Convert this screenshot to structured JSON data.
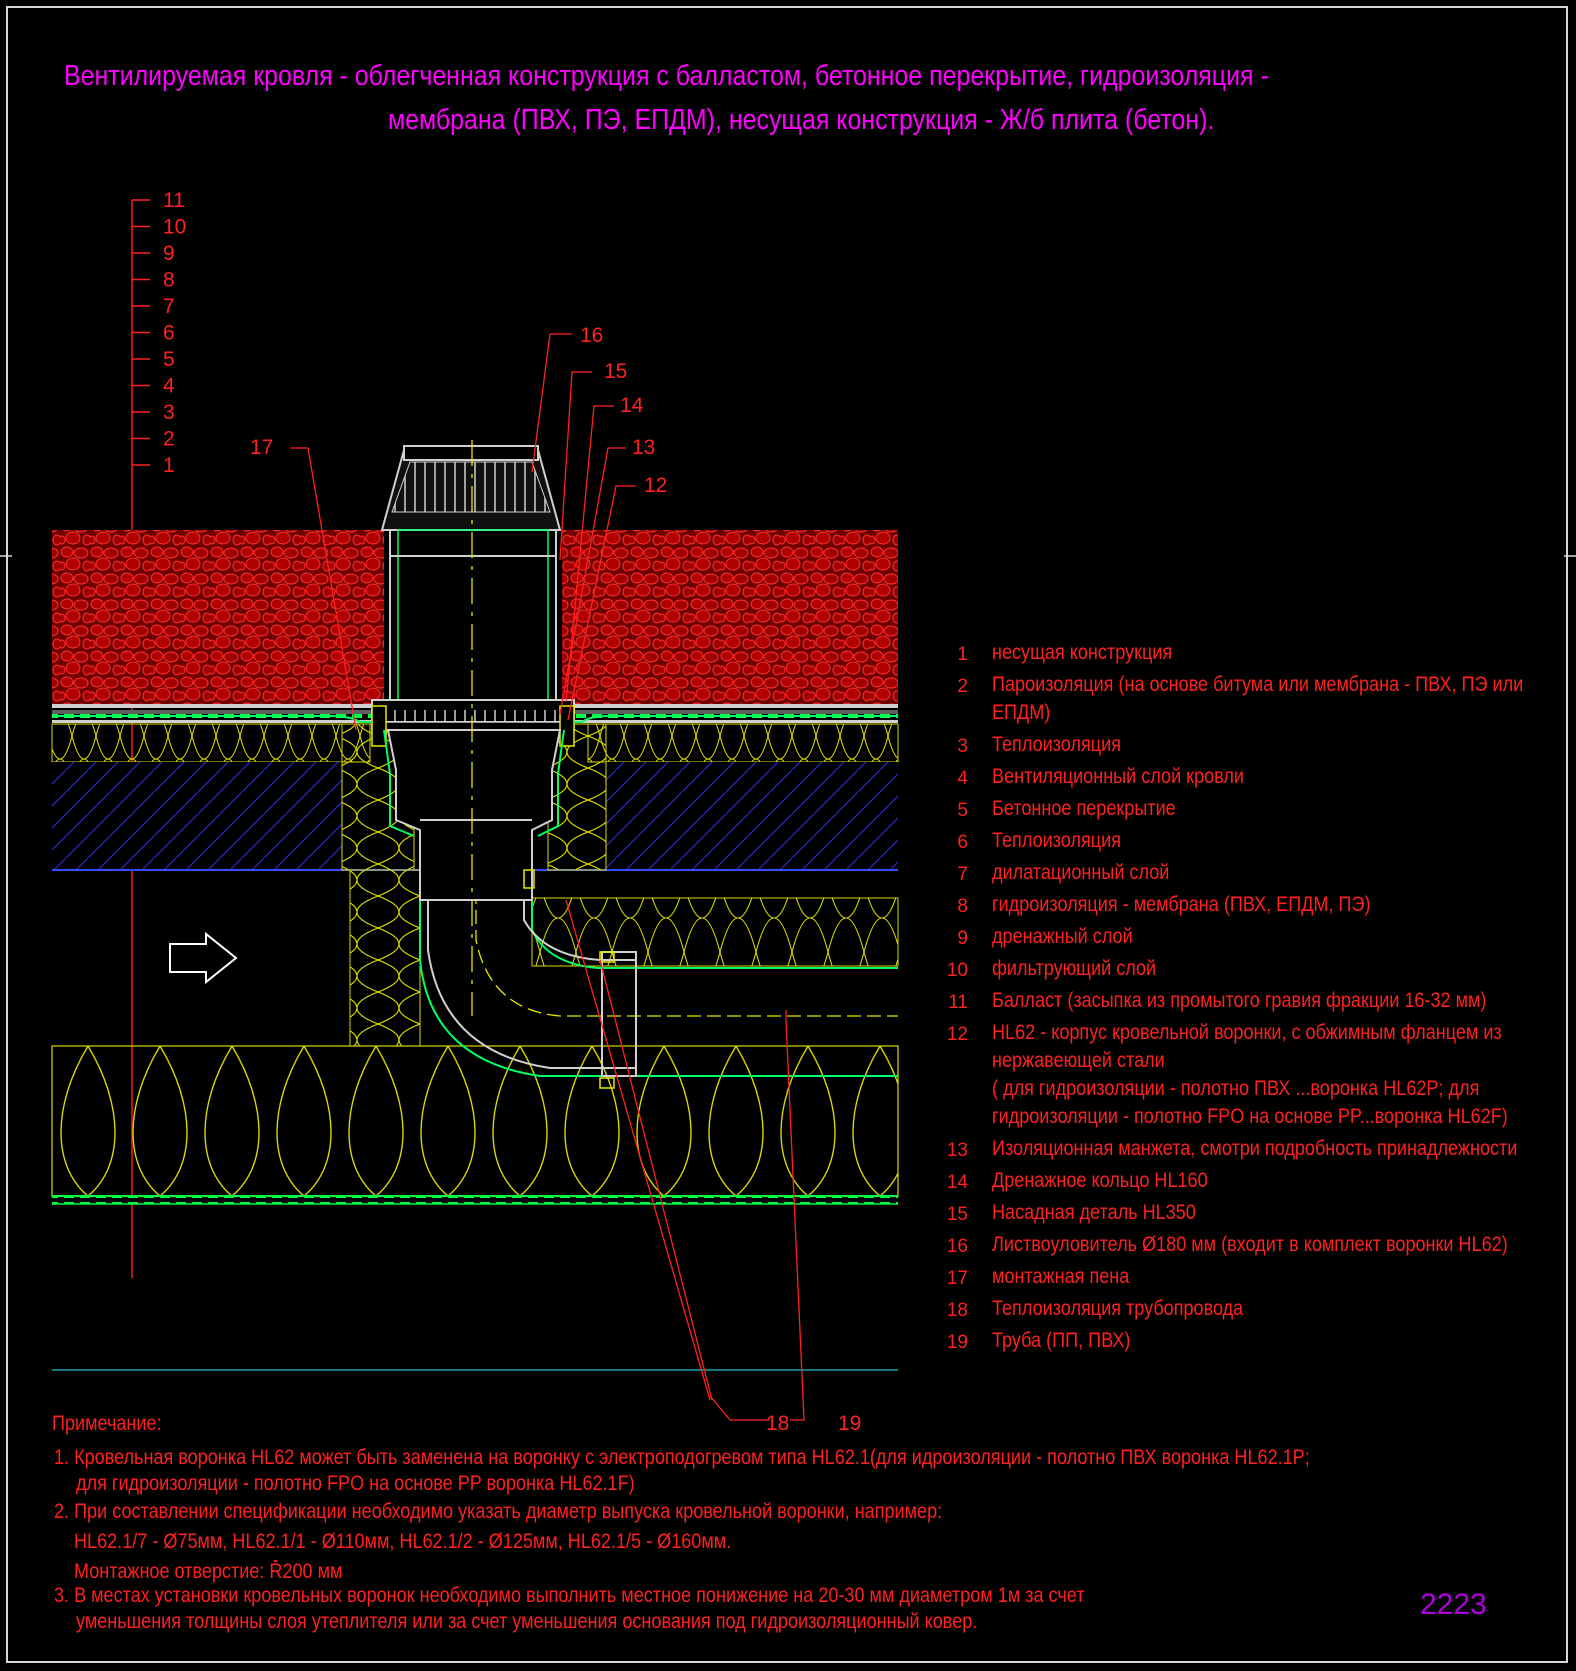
{
  "title": {
    "line1": "Вентилируемая кровля - облегченная конструкция с балластом, бетонное перекрытие, гидроизоляция -",
    "line2": "мембрана (ПВХ, ПЭ, ЕПДМ), несущая конструкция - Ж/б плита (бетон)."
  },
  "layer_ticks": [
    "11",
    "10",
    "9",
    "8",
    "7",
    "6",
    "5",
    "4",
    "3",
    "2",
    "1"
  ],
  "callouts": {
    "c12": "12",
    "c13": "13",
    "c14": "14",
    "c15": "15",
    "c16": "16",
    "c17": "17",
    "c18": "18",
    "c19": "19"
  },
  "legend": [
    {
      "num": "1",
      "text": "несущая конструкция"
    },
    {
      "num": "2",
      "text": "Пароизоляция (на основе битума или мембрана - ПВХ, ПЭ или",
      "text2": "ЕПДМ)"
    },
    {
      "num": "3",
      "text": "Теплоизоляция"
    },
    {
      "num": "4",
      "text": "Вентиляционный слой кровли"
    },
    {
      "num": "5",
      "text": "Бетонное перекрытие"
    },
    {
      "num": "6",
      "text": "Теплоизоляция"
    },
    {
      "num": "7",
      "text": " дилатационный слой"
    },
    {
      "num": "8",
      "text": " гидроизоляция - мембрана (ПВХ, ЕПДМ, ПЭ)"
    },
    {
      "num": "9",
      "text": " дренажный  слой"
    },
    {
      "num": "10",
      "text": " фильтрующий слой"
    },
    {
      "num": "11",
      "text": "Балласт (засыпка из промытого гравия фракции 16-32 мм)"
    },
    {
      "num": "12",
      "text": "HL62 - корпус кровельной воронки, с обжимным фланцем из",
      "text2": "нержавеющей стали",
      "text3": "( для гидроизоляции - полотно ПВХ ...воронка HL62P; для",
      "text4": "гидроизоляции -  полотно FPO на основе PP...воронка HL62F)"
    },
    {
      "num": "13",
      "text": "Изоляционная  манжета, смотри подробность принадлежности"
    },
    {
      "num": "14",
      "text": "Дренажное кольцо HL160"
    },
    {
      "num": "15",
      "text": "Насадная деталь HL350"
    },
    {
      "num": "16",
      "text": " Листвоуловитель Ø180 мм (входит в комплект воронки HL62)"
    },
    {
      "num": "17",
      "text": " монтажная пена"
    },
    {
      "num": "18",
      "text": " Теплоизоляция трубопровода"
    },
    {
      "num": "19",
      "text": " Труба (ПП, ПВХ)"
    }
  ],
  "notes": {
    "heading": "Примечание:",
    "n1a": "1. Кровельная воронка HL62 может быть заменена на воронку с электроподогревом типа HL62.1(для идроизоляции - полотно ПВХ воронка HL62.1P;",
    "n1b": "для гидроизоляции -  полотно FPO на основе PP воронка HL62.1F)",
    "n2a": "2. При составлении спецификации необходимо указать диаметр выпуска кровельной воронки, например:",
    "n2b": "HL62.1/7 - Ø75мм, HL62.1/1 - Ø110мм, HL62.1/2 - Ø125мм, HL62.1/5 - Ø160мм.",
    "n2c": "Монтажное отверстие: Ř200 мм",
    "n3a": "3. В местах установки кровельных воронок необходимо выполнить местное понижение на 20-30 мм диаметром 1м за счет",
    "n3b": "уменьшения толщины слоя утеплителя или за счет уменьшения основания под гидроизоляционный ковер."
  },
  "stamp": "2223",
  "colors": {
    "background": "#000000",
    "title": "#ff00ff",
    "text": "#ff2020",
    "gravel": "#8b0000",
    "insulation": "#e8e800",
    "concrete_hatch": "#2020c0",
    "membrane": "#00ff00",
    "pipe": "#d0d0d0",
    "stamp": "#b000e0"
  }
}
